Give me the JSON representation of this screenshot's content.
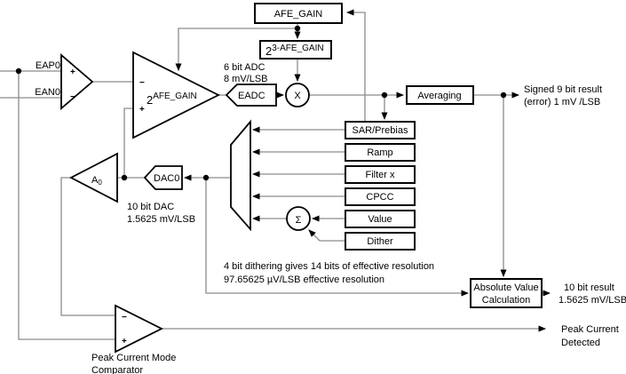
{
  "blocks": {
    "afe_gain": "AFE_GAIN",
    "pow_base": "2",
    "pow_exp": "3-AFE_GAIN",
    "gain_base": "2",
    "gain_exp": "AFE_GAIN",
    "averaging": "Averaging",
    "sar_prebias": "SAR/Prebias",
    "ramp": "Ramp",
    "filter_x": "Filter x",
    "cpcc": "CPCC",
    "value": "Value",
    "dither": "Dither",
    "abs_value_line1": "Absolute Value",
    "abs_value_line2": "Calculation",
    "eadc": "EADC",
    "dac0": "DAC0",
    "multiplier": "X",
    "summer": "Σ",
    "a0_base": "A",
    "a0_sub": "0"
  },
  "inputs": {
    "eap0": "EAP0",
    "ean0": "EAN0"
  },
  "signs": {
    "plus": "+",
    "minus": "−"
  },
  "annotations": {
    "adc_line1": "6 bit ADC",
    "adc_line2": "8 mV/LSB",
    "dac_line1": "10 bit DAC",
    "dac_line2": "1.5625 mV/LSB",
    "dither_line1": "4 bit dithering gives 14 bits of effective resolution",
    "dither_line2": "97.65625 µV/LSB effective resolution",
    "comparator_line1": "Peak Current Mode",
    "comparator_line2": "Comparator"
  },
  "outputs": {
    "signed_result_line1": "Signed 9 bit result",
    "signed_result_line2": "(error) 1 mV /LSB",
    "abs_result_line1": "10 bit result",
    "abs_result_line2": "1.5625 mV/LSB",
    "peak_line1": "Peak Current",
    "peak_line2": "Detected"
  },
  "colors": {
    "wire": "#8c8c8c",
    "outline": "#000000",
    "background": "#ffffff"
  }
}
